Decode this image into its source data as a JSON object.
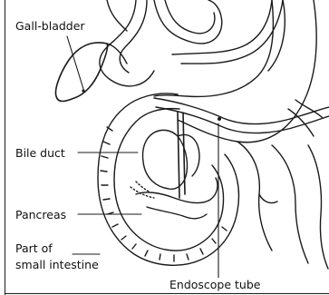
{
  "labels": {
    "gall_bladder": "Gall-bladder",
    "bile_duct": "Bile duct",
    "pancreas": "Pancreas",
    "small_intestine_line1": "Part of",
    "small_intestine_line2": "small intestine",
    "endoscope_tube": "Endoscope tube"
  },
  "colors": {
    "ink": "#1a1a1a",
    "background": "#ffffff"
  }
}
